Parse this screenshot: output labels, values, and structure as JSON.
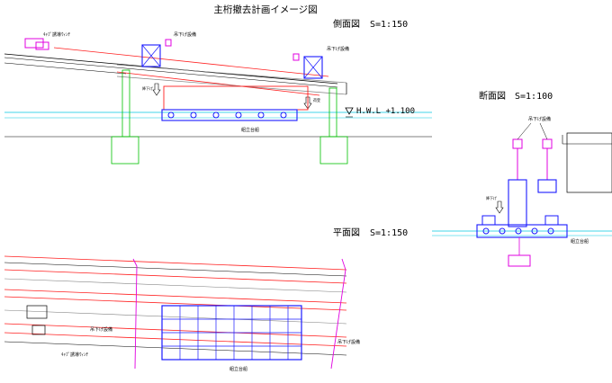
{
  "title": "主桁撤去計画イメージ図",
  "side_view": {
    "title": "側面図",
    "scale": "S=1:150",
    "winch_label": "ｷｬﾌﾟ誘導ｳｨﾝﾁ",
    "hoist_label_left": "吊下げ設備",
    "hoist_label_right": "吊下げ設備",
    "lower_label": "降下げ",
    "hwl": "H.W.L +1.100",
    "barge_label": "組立台船",
    "small_label": "荷受"
  },
  "section_view": {
    "title": "断面図",
    "scale": "S=1:100",
    "hoist_label": "吊下げ設備",
    "lower_label": "降下げ",
    "barge_label": "組立台船"
  },
  "plan_view": {
    "title": "平面図",
    "scale": "S=1:150",
    "hoist_label": "吊下げ設備",
    "hoist_label_2": "吊下げ設備",
    "winch_label": "ｷｬﾌﾟ誘導ｳｨﾝﾁ",
    "barge_label": "組立台船"
  },
  "colors": {
    "structure": "#1a1aff",
    "hoist": "#e000e0",
    "girder": "#ff2020",
    "water": "#00c8e0",
    "pier": "#00c000"
  }
}
